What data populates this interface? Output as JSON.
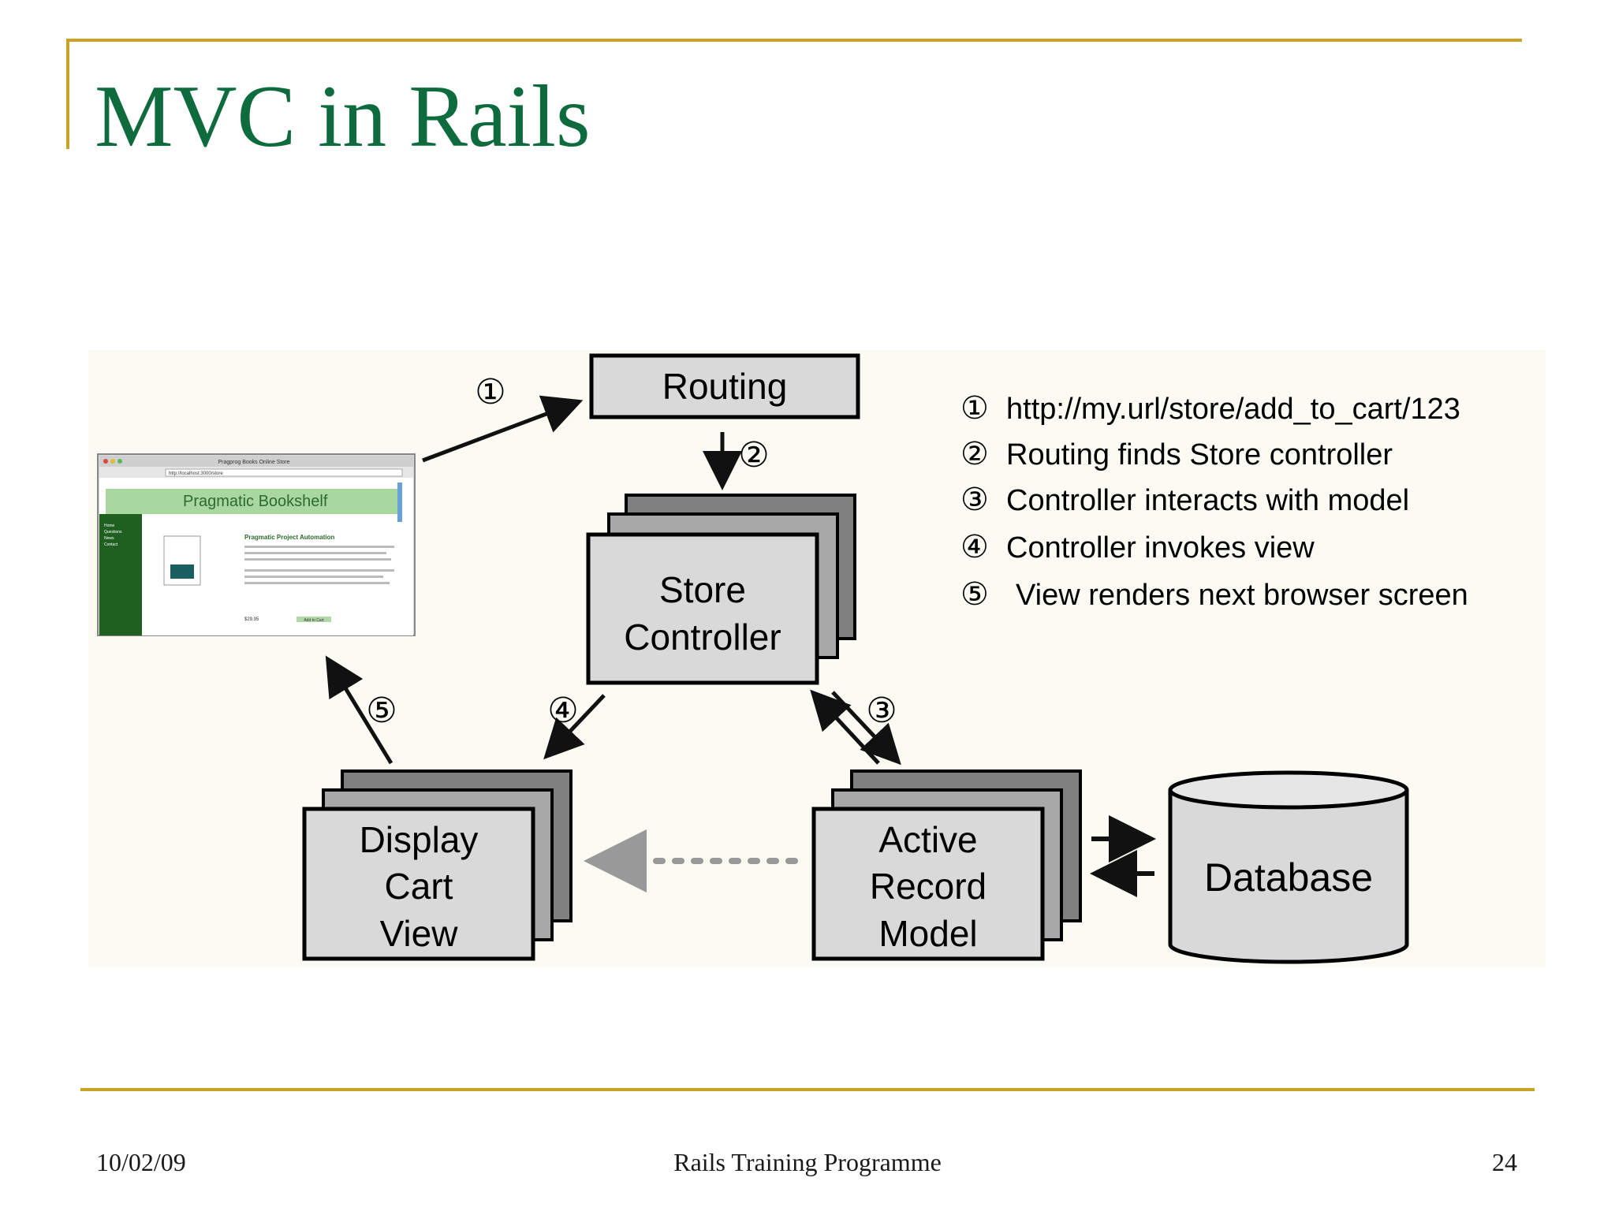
{
  "slide": {
    "title": "MVC in Rails",
    "footer_date": "10/02/09",
    "footer_center": "Rails Training Programme",
    "page_number": "24"
  },
  "diagram": {
    "routing": "Routing",
    "store_controller": [
      "Store",
      "Controller"
    ],
    "display_cart_view": [
      "Display",
      "Cart",
      "View"
    ],
    "active_record_model": [
      "Active",
      "Record",
      "Model"
    ],
    "database": "Database",
    "step_markers": [
      "①",
      "②",
      "③",
      "④",
      "⑤"
    ],
    "legend": [
      {
        "marker": "①",
        "text": "http://my.url/store/add_to_cart/123"
      },
      {
        "marker": "②",
        "text": "Routing finds Store controller"
      },
      {
        "marker": "③",
        "text": "Controller interacts with model"
      },
      {
        "marker": "④",
        "text": "Controller invokes view"
      },
      {
        "marker": "⑤",
        "text": "View renders next browser screen"
      }
    ],
    "browser": {
      "window_title": "Pragprog Books Online Store",
      "url": "http://localhost:3000/store",
      "banner": "Pragmatic Bookshelf",
      "book_title": "Pragmatic Project Automation",
      "price": "$29.95",
      "add_button": "Add to Cart",
      "sidebar_links": [
        "Home",
        "Questions",
        "News",
        "Contact"
      ]
    }
  }
}
